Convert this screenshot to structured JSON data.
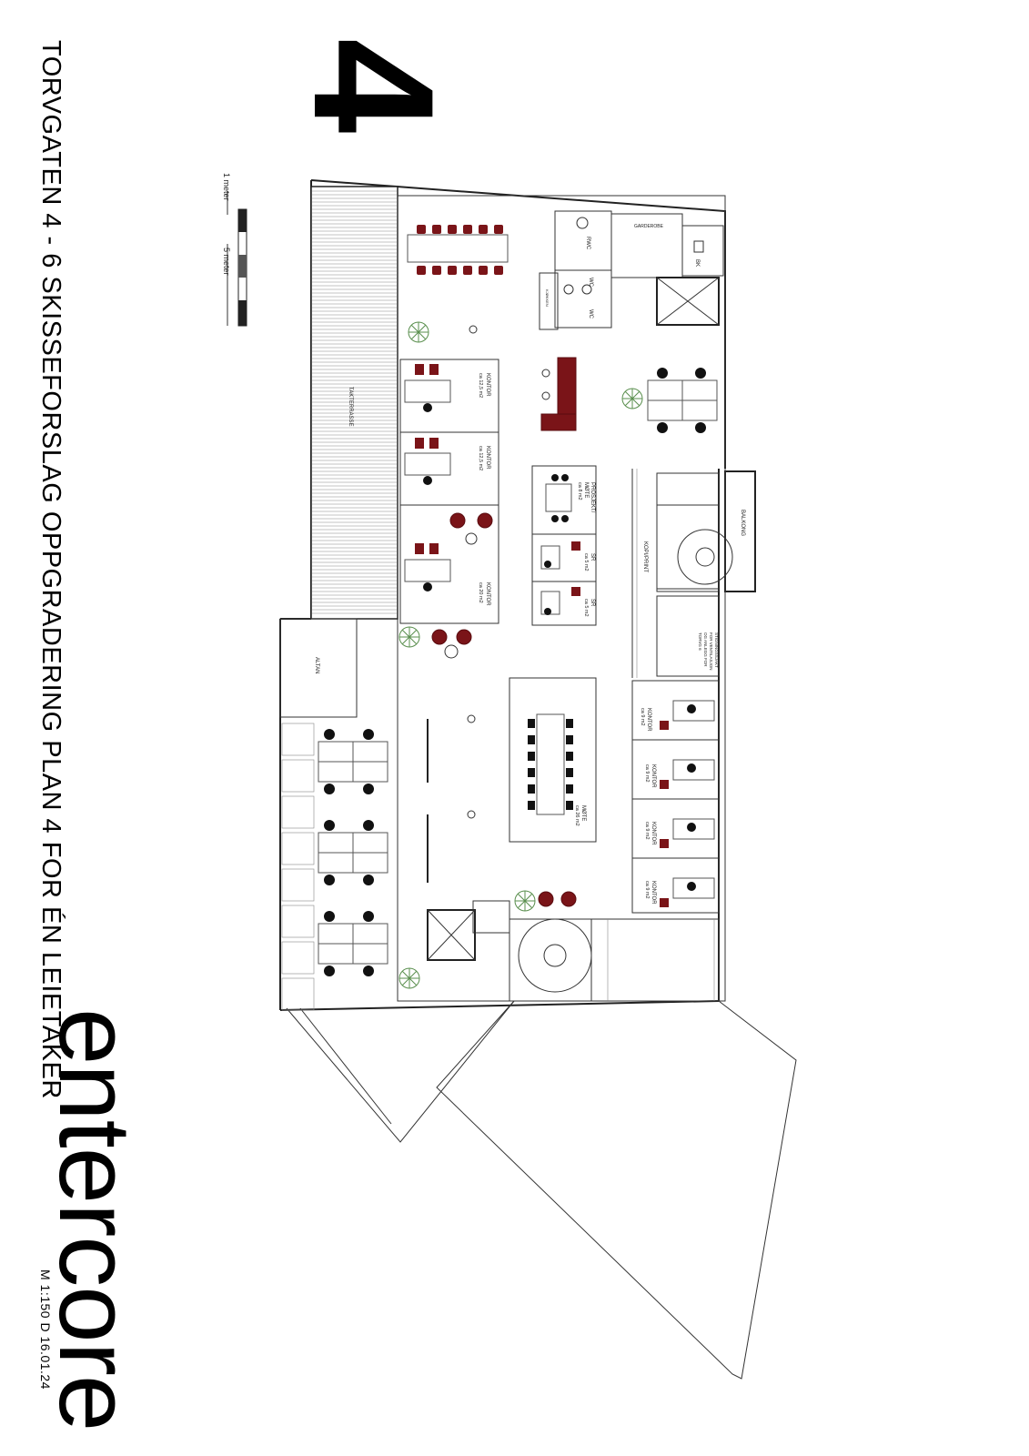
{
  "title": "TORVGATEN 4 - 6   SKISSEFORSLAG OPPGRADERING  PLAN 4 FOR ÉN LEIETAKER",
  "floor_number": "4",
  "logo": "entercore",
  "scale_meta": "M 1:150   D 16.01.24",
  "scale_bar": {
    "label_1m": "1 meter",
    "label_5m": "5 meter"
  },
  "rooms": {
    "takterrasse": "TAKTERRASSE",
    "altan": "ALTAN",
    "balkong": "BALKONG",
    "garderobe": "GARDEROBE",
    "rwc": "RWC",
    "wc1": "WC",
    "wc2": "WC",
    "bk": "BK",
    "kjokken": "KJØKKEN",
    "kopi_print": "KOPI/PRINT",
    "kontor_a": [
      "KONTOR",
      "ca 12,5 m2"
    ],
    "kontor_b": [
      "KONTOR",
      "ca 12,5 m2"
    ],
    "kontor_c": [
      "KONTOR",
      "ca 20 m2"
    ],
    "prosjekt": [
      "PROSJEKT/",
      "MØTE",
      "ca 8 m2"
    ],
    "sr1": [
      "SR",
      "ca 5 m2"
    ],
    "sr2": [
      "SR",
      "ca 5 m2"
    ],
    "mote": [
      "MØTE",
      "ca 26 m2"
    ],
    "kontor9": [
      [
        "KONTOR",
        "ca 9 m2"
      ],
      [
        "KONTOR",
        "ca 9 m2"
      ],
      [
        "KONTOR",
        "ca 9 m2"
      ],
      [
        "KONTOR",
        "ca 9 m2"
      ]
    ],
    "teknisk": [
      "STIGNINGSSJAKT",
      "FOR VENTILASJON",
      "OG ANLEGG FOR",
      "TORVG 6"
    ]
  },
  "colors": {
    "accent_furniture": "#7a1418",
    "line": "#222222"
  }
}
